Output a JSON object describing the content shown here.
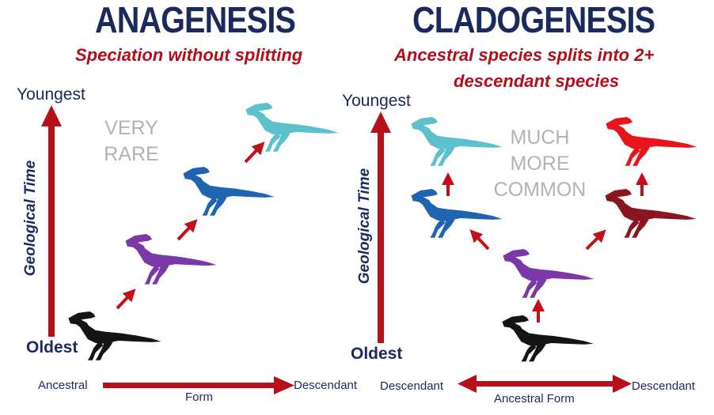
{
  "left": {
    "title": "ANAGENESIS",
    "subtitle": "Speciation without splitting",
    "y_top_label": "Youngest",
    "y_bottom_label": "Oldest",
    "y_axis_label": "Geological Time",
    "note_line1": "VERY",
    "note_line2": "RARE",
    "x_left_label": "Ancestral",
    "x_right_label": "Descendant",
    "x_axis_label": "Form"
  },
  "right": {
    "title": "CLADOGENESIS",
    "subtitle_line1": "Ancestral species splits into 2+",
    "subtitle_line2": "descendant species",
    "y_top_label": "Youngest",
    "y_bottom_label": "Oldest",
    "y_axis_label": "Geological Time",
    "note_line1": "MUCH",
    "note_line2": "MORE",
    "note_line3": "COMMON",
    "x_left_label": "Descendant",
    "x_right_label": "Descendant",
    "x_axis_label": "Ancestral Form"
  },
  "colors": {
    "title": "#1b2a5e",
    "subtitle": "#b10f1a",
    "arrow": "#c0101a",
    "note": "#b3b3b3",
    "dino_black": "#141414",
    "dino_purple": "#7a38a8",
    "dino_blue": "#1e64b0",
    "dino_light_blue": "#5cc1cc",
    "dino_dark_red": "#8a1520",
    "dino_red": "#e8141c"
  }
}
